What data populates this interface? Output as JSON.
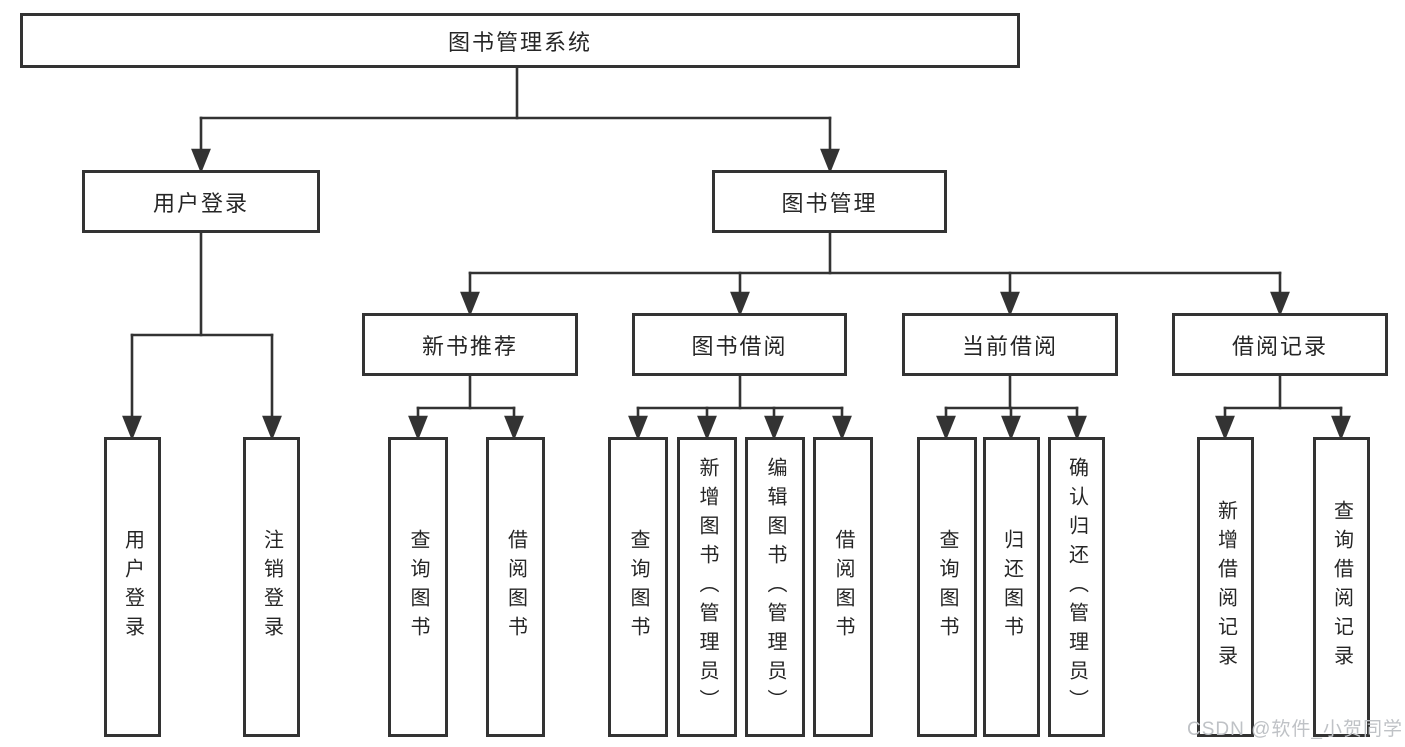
{
  "diagram": {
    "title": "图书管理系统",
    "level2": [
      {
        "label": "用户登录"
      },
      {
        "label": "图书管理"
      }
    ],
    "level3": [
      {
        "label": "新书推荐"
      },
      {
        "label": "图书借阅"
      },
      {
        "label": "当前借阅"
      },
      {
        "label": "借阅记录"
      }
    ],
    "leaves": {
      "user": [
        {
          "label": "用户登录"
        },
        {
          "label": "注销登录"
        }
      ],
      "newbook": [
        {
          "label": "查询图书"
        },
        {
          "label": "借阅图书"
        }
      ],
      "borrow": [
        {
          "label": "查询图书"
        },
        {
          "label": "新增图书（管理员）"
        },
        {
          "label": "编辑图书（管理员）"
        },
        {
          "label": "借阅图书"
        }
      ],
      "current": [
        {
          "label": "查询图书"
        },
        {
          "label": "归还图书"
        },
        {
          "label": "确认归还（管理员）"
        }
      ],
      "record": [
        {
          "label": "新增借阅记录"
        },
        {
          "label": "查询借阅记录"
        }
      ]
    }
  },
  "watermark": {
    "text": "CSDN @软件_小贺同学"
  },
  "colors": {
    "line": "#333333",
    "text": "#262626",
    "watermark": "#bfc2c6",
    "background": "#ffffff"
  }
}
